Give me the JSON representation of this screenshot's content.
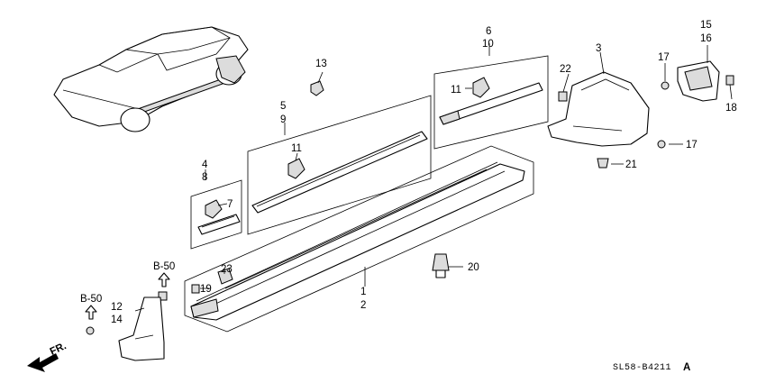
{
  "callouts": {
    "c1": "1",
    "c2": "2",
    "c3": "3",
    "c4": "4",
    "c5": "5",
    "c6": "6",
    "c7": "7",
    "c8": "8",
    "c9": "9",
    "c10": "10",
    "c11a": "11",
    "c11b": "11",
    "c12": "12",
    "c13": "13",
    "c14": "14",
    "c15": "15",
    "c16": "16",
    "c17a": "17",
    "c17b": "17",
    "c18": "18",
    "c19": "19",
    "c20": "20",
    "c21": "21",
    "c22": "22",
    "c23": "23"
  },
  "section_refs": {
    "ref_a": "B-50",
    "ref_b": "B-50"
  },
  "front_label": "FR.",
  "diagram_code": "SL58-B4211",
  "revision": "A"
}
